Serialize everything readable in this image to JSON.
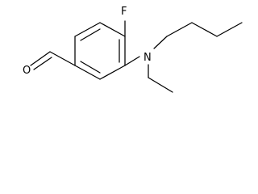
{
  "molecule": {
    "atom_labels": {
      "fluorine": "F",
      "nitrogen": "N",
      "oxygen": "O"
    },
    "colors": {
      "bond": "#000000",
      "label": "#000000",
      "background": "#ffffff"
    }
  }
}
